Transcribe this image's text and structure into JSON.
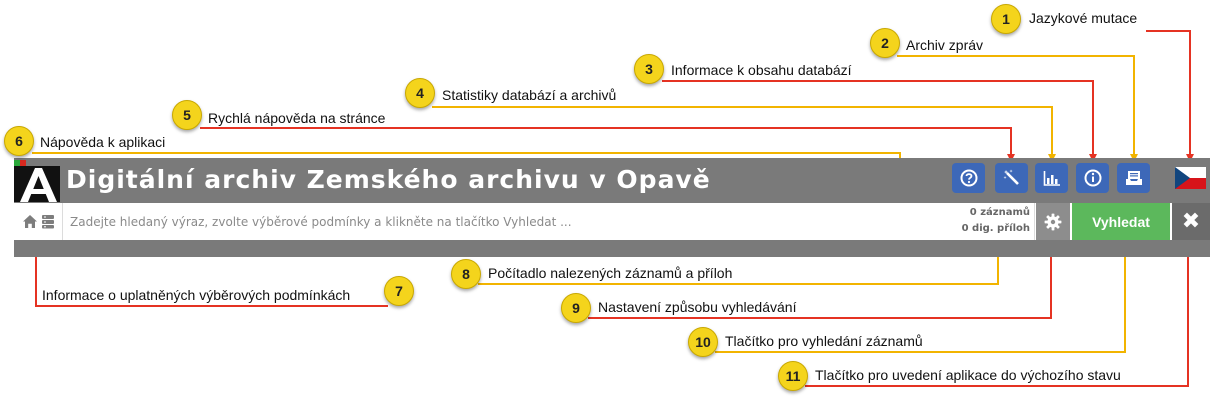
{
  "colors": {
    "header_bg": "#7a7a7a",
    "button_blue": "#3d68b8",
    "search_green": "#5cb85c",
    "callout_yellow": "#f4d41c",
    "line_red": "#e53323",
    "line_yellow": "#f2b400"
  },
  "header": {
    "title": "Digitální archiv  Zemského archivu v Opavě",
    "buttons": [
      {
        "icon": "question-circle-icon"
      },
      {
        "icon": "magic-wand-icon"
      },
      {
        "icon": "bar-chart-icon"
      },
      {
        "icon": "info-circle-icon"
      },
      {
        "icon": "archive-tray-icon"
      }
    ],
    "language_icon": "czech-flag-icon"
  },
  "search": {
    "placeholder": "Zadejte hledaný výraz, zvolte výběrové podmínky a klikněte na tlačítko Vyhledat ...",
    "records_count": "0 záznamů",
    "attachments_count": "0 dig. příloh",
    "search_label": "Vyhledat",
    "reset_symbol": "✖"
  },
  "callouts": [
    {
      "number": "1",
      "text": "Jazykové mutace"
    },
    {
      "number": "2",
      "text": "Archiv zpráv"
    },
    {
      "number": "3",
      "text": "Informace k obsahu databází"
    },
    {
      "number": "4",
      "text": "Statistiky databází a archivů"
    },
    {
      "number": "5",
      "text": "Rychlá nápověda na stránce"
    },
    {
      "number": "6",
      "text": "Nápověda k aplikaci"
    },
    {
      "number": "7",
      "text": "Informace o uplatněných výběrových podmínkách"
    },
    {
      "number": "8",
      "text": "Počítadlo nalezených záznamů a příloh"
    },
    {
      "number": "9",
      "text": "Nastavení způsobu vyhledávání"
    },
    {
      "number": "10",
      "text": "Tlačítko pro vyhledání záznamů"
    },
    {
      "number": "11",
      "text": "Tlačítko pro uvedení aplikace do výchozího stavu"
    }
  ]
}
